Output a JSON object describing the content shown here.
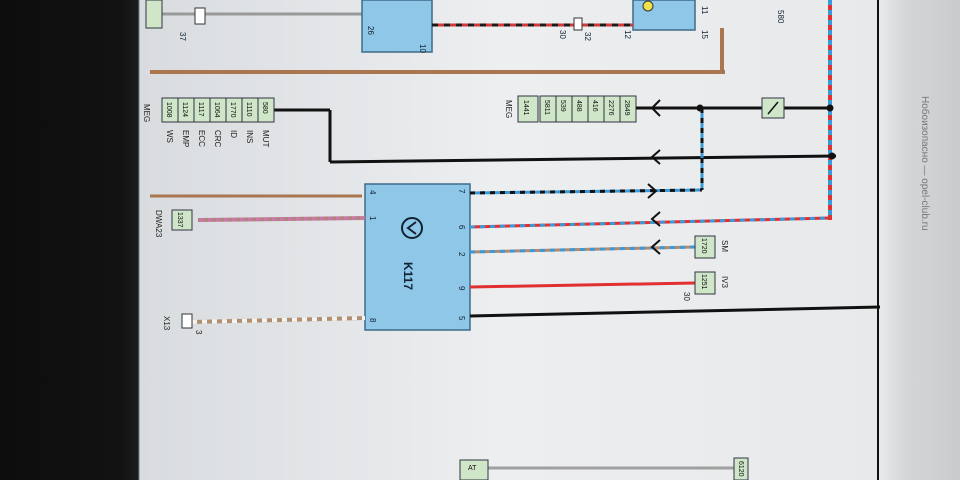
{
  "watermark": "Нобоизопасно — opel-club.ru",
  "module": {
    "name": "K117"
  },
  "module_pins": [
    "7",
    "6",
    "2",
    "9",
    "5",
    "4",
    "1",
    "8"
  ],
  "top_pins": {
    "a": "26",
    "b": "10",
    "c": "11",
    "d": "15",
    "e": "12",
    "f": "32",
    "g": "30",
    "h": "37",
    "i": "580"
  },
  "tags_left": [
    "580",
    "1110",
    "1770",
    "1064",
    "1117",
    "1124",
    "1008"
  ],
  "tags_left_labels": [
    "MUT",
    "INS",
    "ID",
    "CRC",
    "ECC",
    "EMP",
    "WS"
  ],
  "tags_left_group": "MEG",
  "tags_mid": [
    "2849",
    "2276",
    "416",
    "488",
    "539",
    "5811",
    "1441"
  ],
  "tags_mid_group": "MEG",
  "tag_dwa": {
    "code": "1337",
    "label": "DWA23"
  },
  "tag_sm": {
    "code": "1720",
    "label": "SM"
  },
  "tag_iv3": {
    "code": "1251",
    "label": "IV3",
    "pin": "30"
  },
  "x13": {
    "label": "X13",
    "pin": "3"
  },
  "bottom_tags": {
    "at": "AT",
    "right": "6120"
  },
  "colors": {
    "module": "#8ec7e8",
    "black": "#111111",
    "red": "#e03030",
    "blue": "#3a9ad9",
    "brown": "#b07a55",
    "tag": "#cfe6c8"
  }
}
